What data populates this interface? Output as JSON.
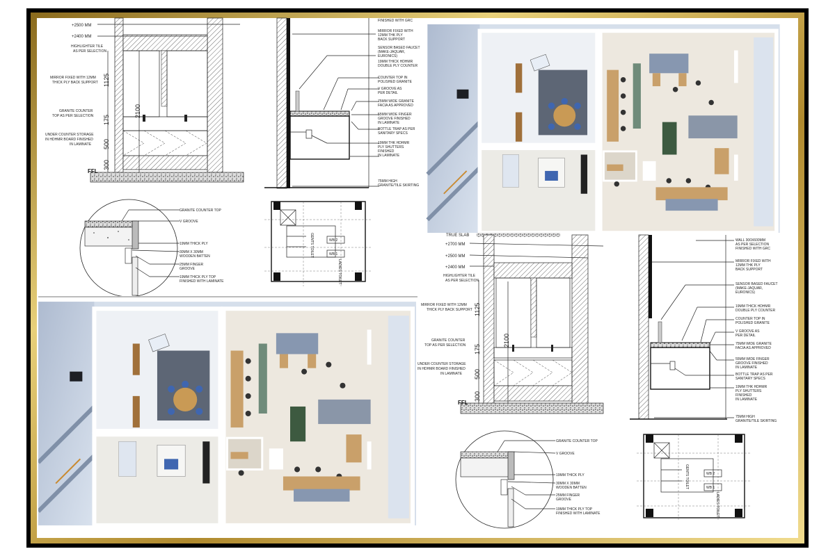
{
  "frame": {
    "outer_color": "#000000",
    "gold_color": "#c9a43a"
  },
  "elevation_top": {
    "levels": [
      "+2500 MM",
      "+2400 MM"
    ],
    "highlighter": [
      "HIGHLIGHTER TILE",
      "AS PER SELECTION"
    ],
    "mirror": [
      "MIRROR FIXED WITH 12MM",
      "THICK PLY BACK SUPPORT"
    ],
    "granite": [
      "GRANITE COUNTER",
      "TOP AS PER SELECTION"
    ],
    "storage": [
      "UNDER COUNTER STORAGE",
      "IN HDHMR BOARD FINISHED",
      "IN LAMINATE"
    ],
    "dims": [
      "1125",
      "2100",
      "175",
      "500",
      "300"
    ],
    "ffl": "FFL"
  },
  "section_top": {
    "labels": [
      [
        "FINISHED WITH GRC"
      ],
      [
        "MIRROR FIXED WITH",
        "12MM THK PLY",
        "BACK SUPPORT"
      ],
      [
        "SENSOR BASED FAUCET",
        "(MAKE-JAQUAR,",
        "EURONICS)"
      ],
      [
        "19MM THICK HDHMR",
        "DOUBLE PLY COUNTER"
      ],
      [
        "COUNTER TOP IN",
        "POLISHED GRANITE"
      ],
      [
        "V GROOVE AS",
        "PER DETAIL"
      ],
      [
        "75MM WIDE GRANITE",
        "FACIA AS APPROVED"
      ],
      [
        "55MM WIDE FINGER",
        "GROOVE FINISHED",
        "IN LAMINATE"
      ],
      [
        "BOTTLE TRAP AS PER",
        "SANITARY SPECS"
      ],
      [
        "19MM THK HDHMR",
        "PLY SHUTTERS",
        "FINISHED",
        "IN LAMINATE"
      ],
      [
        "75MM HIGH",
        "GRANITE/TILE SKIRTING"
      ]
    ]
  },
  "detail": {
    "labels": [
      [
        "GRANITE COUNTER TOP"
      ],
      [
        "V GROOVE"
      ],
      [
        "19MM THICK PLY"
      ],
      [
        "30MM X 30MM",
        "WOODEN BATTEN"
      ],
      [
        "25MM FINGER",
        "GROOVE"
      ],
      [
        "19MM THICK PLY TOP",
        "FINISHED WITH LAMINATE"
      ]
    ]
  },
  "plan": {
    "rooms": [
      "GENTS TOILET",
      "LADIES TOILET"
    ],
    "fixtures": [
      "WB 1",
      "WB 2"
    ]
  },
  "elevation_bottom": {
    "levels": [
      "TRUE SLAB",
      "+2700 MM",
      "+2500 MM",
      "+2400 MM"
    ],
    "highlighter": [
      "HIGHLIGHTER TILE",
      "AS PER SELECTION"
    ],
    "mirror": [
      "MIRROR FIXED WITH 12MM",
      "THICK PLY BACK SUPPORT"
    ],
    "granite": [
      "GRANITE COUNTER",
      "TOP AS PER SELECTION"
    ],
    "storage": [
      "UNDER COUNTER STORAGE",
      "IN HDHMR BOARD FINISHED",
      "IN LAMINATE"
    ],
    "dims": [
      "1125",
      "2100",
      "175",
      "500",
      "300"
    ],
    "ffl": "FFL"
  },
  "section_bottom": {
    "labels": [
      [
        "WALL 300X600MM",
        "AS PER SELECTION",
        "FINISHED WITH GRC"
      ],
      [
        "MIRROR FIXED WITH",
        "12MM THK PLY",
        "BACK SUPPORT"
      ],
      [
        "SENSOR BASED FAUCET",
        "(MAKE-JAQUAR,",
        "EURONICS)"
      ],
      [
        "19MM THICK HDHMR",
        "DOUBLE PLY COUNTER"
      ],
      [
        "COUNTER TOP IN",
        "POLISHED GRANITE"
      ],
      [
        "V GROOVE AS",
        "PER DETAIL"
      ],
      [
        "75MM WIDE GRANITE",
        "FACIA AS APPROVED"
      ],
      [
        "55MM WIDE FINGER",
        "GROOVE FINISHED",
        "IN LAMINATE"
      ],
      [
        "BOTTLE TRAP AS PER",
        "SANITARY SPECS"
      ],
      [
        "19MM THK HDHMR",
        "PLY SHUTTERS",
        "FINISHED",
        "IN LAMINATE"
      ],
      [
        "75MM HIGH",
        "GRANITE/TILE SKIRTING"
      ]
    ]
  }
}
